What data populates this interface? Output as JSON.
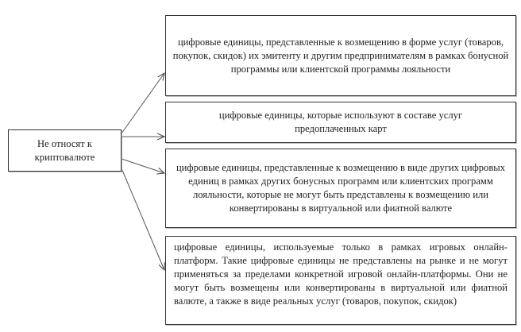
{
  "root": {
    "label": "Не относят к криптовалюте"
  },
  "categories": [
    {
      "text": "цифровые единицы, представленные к возмещению в форме услуг (товаров, покупок, скидок) их эмитенту и другим предпринимателям в рамках бонусной программы или клиентской программы лояльности"
    },
    {
      "text": "цифровые единицы, которые используют в составе услуг предоплаченных карт"
    },
    {
      "text": "цифровые единицы, представленные к возмещению в виде других цифровых единиц в рамках других бонусных программ или клиентских программ лояльности, которые не могут быть представлены к возмещению или конвертированы в виртуальной или фиатной валюте"
    },
    {
      "text": "цифровые единицы, используемые только в рамках игровых онлайн-платформ. Такие цифровые единицы не представлены на рынке и не могут применяться за пределами конкретной игровой онлайн-платформы. Они не могут быть возмещены или конвертированы в виртуальной или фиатной валюте, а также в виде реальных услуг (товаров, покупок, скидок)"
    }
  ]
}
